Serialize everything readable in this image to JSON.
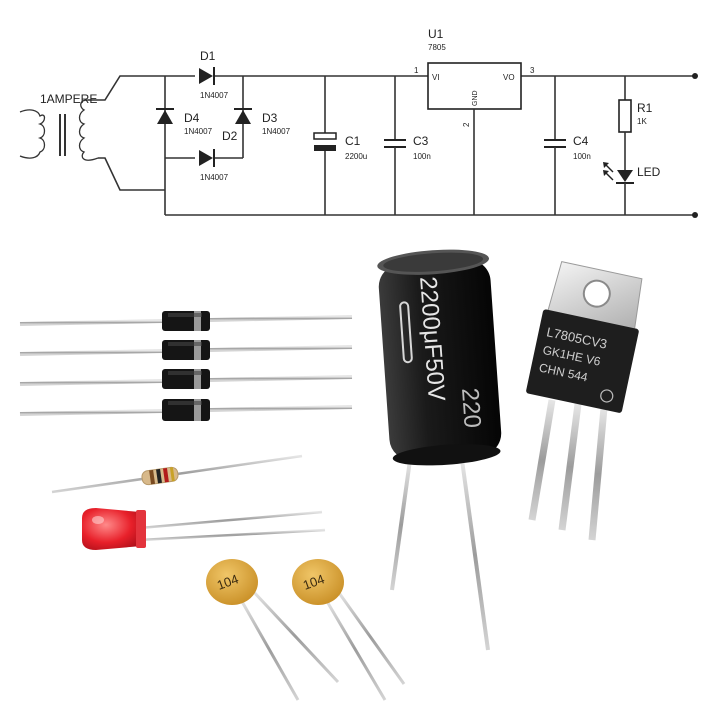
{
  "schematic": {
    "transformer": {
      "label": "1AMPERE"
    },
    "diodes": [
      {
        "ref": "D1",
        "part": "1N4007"
      },
      {
        "ref": "D2",
        "part": "1N4007"
      },
      {
        "ref": "D3",
        "part": "1N4007"
      },
      {
        "ref": "D4",
        "part": "1N4007"
      }
    ],
    "c1": {
      "ref": "C1",
      "value": "2200u"
    },
    "c3": {
      "ref": "C3",
      "value": "100n"
    },
    "c4": {
      "ref": "C4",
      "value": "100n"
    },
    "regulator": {
      "ref": "U1",
      "part": "7805",
      "vi": "VI",
      "vo": "VO",
      "gnd": "GND",
      "pin1": "1",
      "pin2": "2",
      "pin3": "3"
    },
    "r1": {
      "ref": "R1",
      "value": "1K"
    },
    "led": {
      "ref": "LED"
    }
  },
  "photo": {
    "capacitor_print": "2200μF50V",
    "capacitor_print_short": "220",
    "regulator_lines": [
      "L7805CV3",
      "GK1HE  V6",
      "CHN  544"
    ],
    "ceramic_code": "104",
    "colors": {
      "electrolytic_body": "#1c1c1c",
      "diode_body": "#151515",
      "ceramic_disc": "#d9a33a",
      "led_red": "#e8202a",
      "resistor_body": "#d8b98a",
      "lead_metal": "#bfbfbf"
    }
  }
}
